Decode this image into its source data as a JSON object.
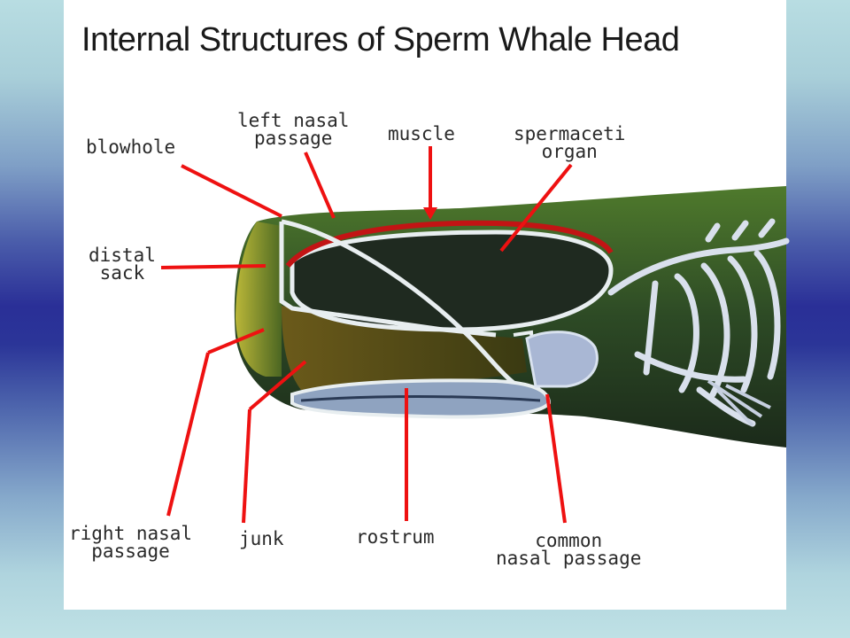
{
  "diagram": {
    "title": "Internal Structures of Sperm Whale Head",
    "labels": {
      "blowhole": [
        "blowhole"
      ],
      "left_nasal_passage": [
        "left nasal",
        "passage"
      ],
      "muscle": [
        "muscle"
      ],
      "spermaceti_organ": [
        "spermaceti",
        "organ"
      ],
      "distal_sack": [
        "distal",
        "sack"
      ],
      "right_nasal_passage": [
        "right nasal",
        "passage"
      ],
      "junk": [
        "junk"
      ],
      "rostrum": [
        "rostrum"
      ],
      "common_nasal_passage": [
        "common",
        "nasal passage"
      ]
    },
    "colors": {
      "pointer": "#ee1111",
      "body": "#2f4d24",
      "organ": "#1f2a20",
      "outline": "#e8eef0",
      "skeleton": "#c6cfe0"
    }
  }
}
